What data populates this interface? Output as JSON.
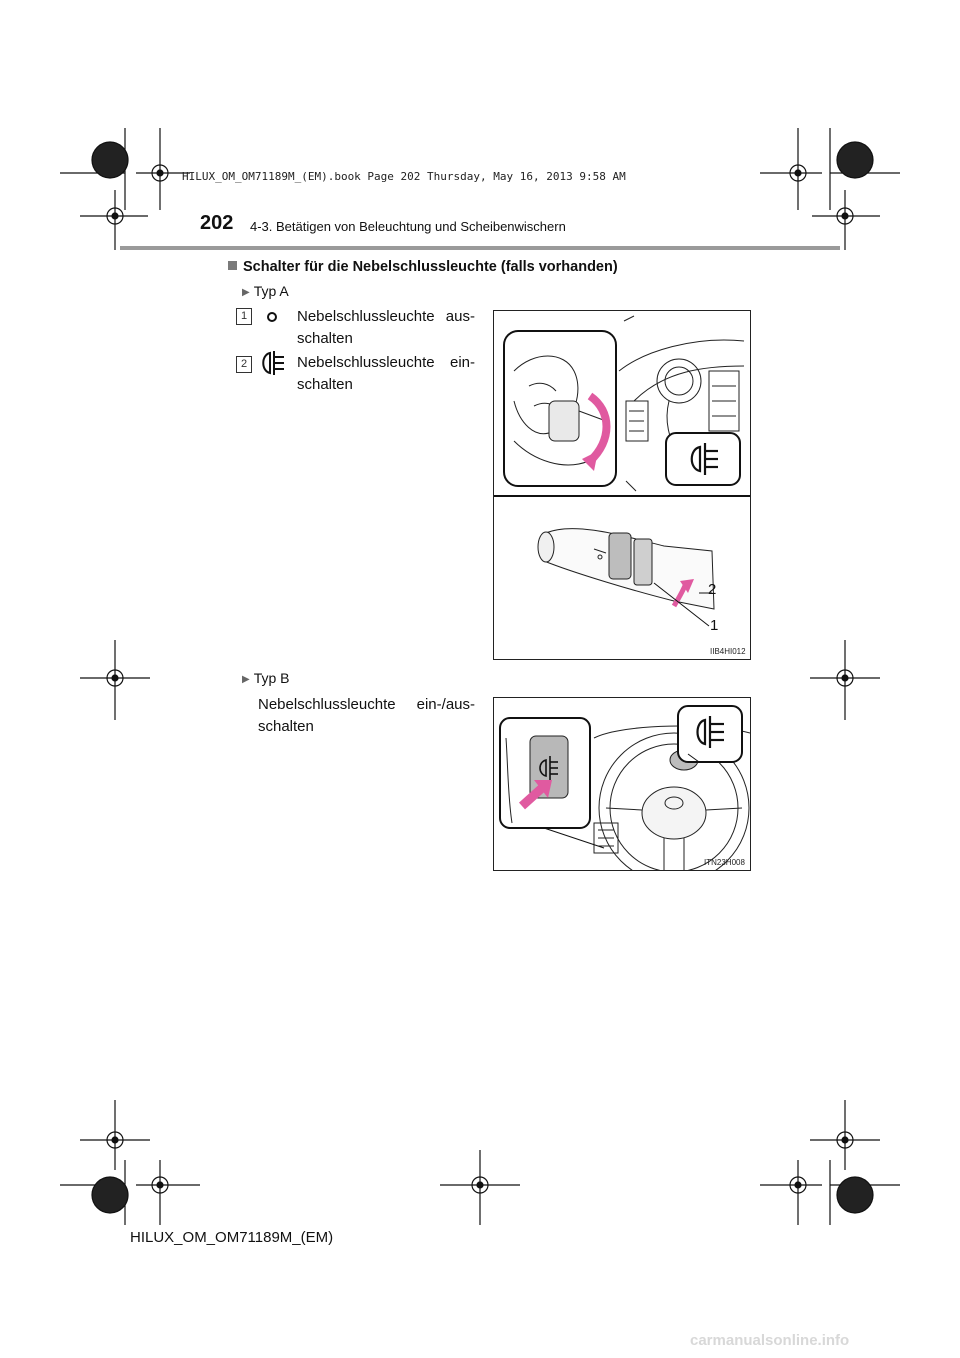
{
  "book_stamp": "HILUX_OM_OM71189M_(EM).book  Page 202  Thursday, May 16, 2013  9:58 AM",
  "header": {
    "page_number": "202",
    "title": "4-3. Betätigen von Beleuchtung und Scheibenwischern"
  },
  "section": {
    "title": "Schalter für die Nebelschlussleuchte (falls vorhanden)"
  },
  "type_a": {
    "label": "Typ A",
    "items": [
      {
        "number": "1",
        "icon": "off-circle-icon",
        "text": "Nebelschlussleuchte aus-schalten"
      },
      {
        "number": "2",
        "icon": "rear-fog-light-icon",
        "text": "Nebelschlussleuchte ein-schalten"
      }
    ],
    "figure_callouts": [
      "2",
      "1"
    ],
    "figure_code": "IIB4HI012"
  },
  "type_b": {
    "label": "Typ B",
    "text": "Nebelschlussleuchte ein-/aus-schalten",
    "figure_code": "ITN23H008"
  },
  "footer": {
    "text": "HILUX_OM_OM71189M_(EM)"
  },
  "watermark": "carmanualsonline.info",
  "colors": {
    "accent_arrow": "#e05aa0",
    "rule": "#9a9a9a"
  }
}
